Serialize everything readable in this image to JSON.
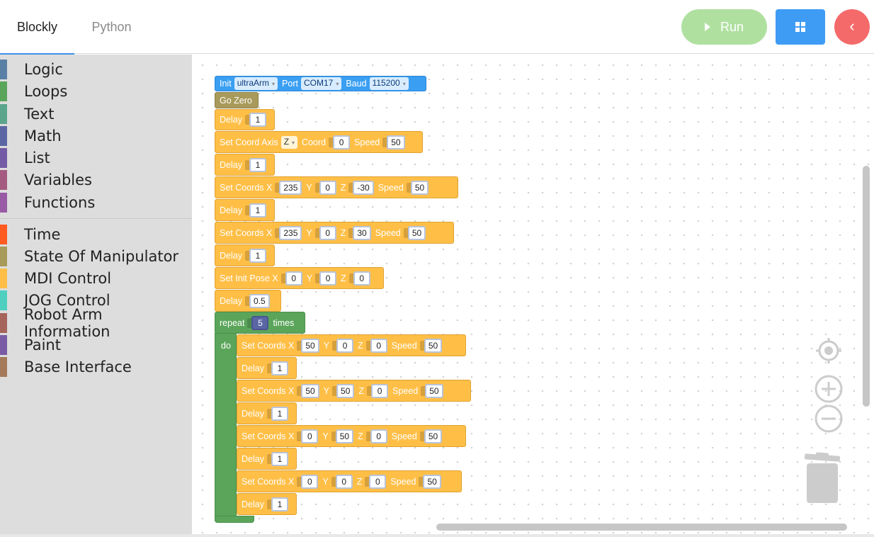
{
  "tabs": {
    "blockly": "Blockly",
    "python": "Python"
  },
  "toolbar": {
    "run_label": "Run",
    "back_glyph": "‹",
    "grid_icon": "grid-icon"
  },
  "colors": {
    "accent": "#3f8fe8",
    "run_bg": "#b0e0a0",
    "grid_bg": "#3f9cf4",
    "back_bg": "#f46a6a",
    "block_orange": "#ffbf47",
    "block_green": "#5ba55b",
    "block_blue": "#3a9ff2"
  },
  "sidebar": {
    "categories": [
      {
        "label": "Logic",
        "color": "#5b80a5"
      },
      {
        "label": "Loops",
        "color": "#5ba55b"
      },
      {
        "label": "Text",
        "color": "#5ba58c"
      },
      {
        "label": "Math",
        "color": "#5b67a5"
      },
      {
        "label": "List",
        "color": "#745ba5"
      },
      {
        "label": "Variables",
        "color": "#a55b80"
      },
      {
        "label": "Functions",
        "color": "#995ba5"
      },
      {
        "label": "Time",
        "color": "#ff5a1f"
      },
      {
        "label": "State Of Manipulator",
        "color": "#a89a5a"
      },
      {
        "label": "MDI Control",
        "color": "#ffbf47"
      },
      {
        "label": "JOG Control",
        "color": "#4fcfc0"
      },
      {
        "label": "Robot Arm Information",
        "color": "#a5655b"
      },
      {
        "label": "Paint",
        "color": "#7a5ba5"
      },
      {
        "label": "Base Interface",
        "color": "#a57a5b"
      }
    ]
  },
  "blocks": {
    "init": {
      "init": "Init",
      "robot": "ultraArm",
      "port_label": "Port",
      "port": "COM17",
      "baud_label": "Baud",
      "baud": "115200"
    },
    "go_zero": "Go Zero",
    "delay_label": "Delay",
    "delay1": "1",
    "set_axis": {
      "label": "Set Coord Axis",
      "axis": "Z",
      "coord_label": "Coord",
      "coord": "0",
      "speed_label": "Speed",
      "speed": "50"
    },
    "delay2": "1",
    "coords1": {
      "label": "Set Coords X",
      "x": "235",
      "y_label": "Y",
      "y": "0",
      "z_label": "Z",
      "z": "-30",
      "speed_label": "Speed",
      "speed": "50"
    },
    "delay3": "1",
    "coords2": {
      "label": "Set Coords X",
      "x": "235",
      "y_label": "Y",
      "y": "0",
      "z_label": "Z",
      "z": "30",
      "speed_label": "Speed",
      "speed": "50"
    },
    "delay4": "1",
    "init_pose": {
      "label": "Set Init Pose X",
      "x": "0",
      "y_label": "Y",
      "y": "0",
      "z_label": "Z",
      "z": "0"
    },
    "delay5": "0.5",
    "repeat": {
      "label": "repeat",
      "times": "5",
      "times_label": "times",
      "do_label": "do"
    },
    "loop_coords1": {
      "label": "Set Coords X",
      "x": "50",
      "y_label": "Y",
      "y": "0",
      "z_label": "Z",
      "z": "0",
      "speed_label": "Speed",
      "speed": "50"
    },
    "loop_delay1": "1",
    "loop_coords2": {
      "label": "Set Coords X",
      "x": "50",
      "y_label": "Y",
      "y": "50",
      "z_label": "Z",
      "z": "0",
      "speed_label": "Speed",
      "speed": "50"
    },
    "loop_delay2": "1",
    "loop_coords3": {
      "label": "Set Coords X",
      "x": "0",
      "y_label": "Y",
      "y": "50",
      "z_label": "Z",
      "z": "0",
      "speed_label": "Speed",
      "speed": "50"
    },
    "loop_delay3": "1",
    "loop_coords4": {
      "label": "Set Coords X",
      "x": "0",
      "y_label": "Y",
      "y": "0",
      "z_label": "Z",
      "z": "0",
      "speed_label": "Speed",
      "speed": "50"
    },
    "loop_delay4": "1"
  }
}
